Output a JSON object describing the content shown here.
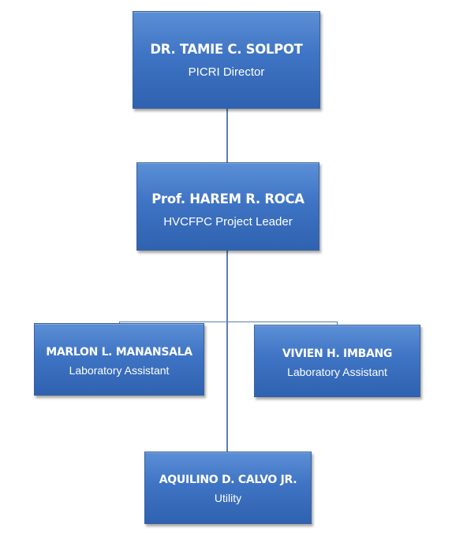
{
  "org_chart": {
    "director": {
      "name": "DR. TAMIE C. SOLPOT",
      "role": "PICRI Director"
    },
    "project_leader": {
      "name": "Prof. HAREM R. ROCA",
      "role": "HVCFPC Project Leader"
    },
    "assistant_left": {
      "name": "MARLON L. MANANSALA",
      "role": "Laboratory Assistant"
    },
    "assistant_right": {
      "name": "VIVIEN H. IMBANG",
      "role": "Laboratory Assistant"
    },
    "utility": {
      "name": "AQUILINO D. CALVO JR.",
      "role": "Utility"
    }
  },
  "colors": {
    "box_fill_top": "#5b8fd6",
    "box_fill_bottom": "#2f62b0",
    "box_text": "#ffffff",
    "connector": "#5b7fae"
  }
}
